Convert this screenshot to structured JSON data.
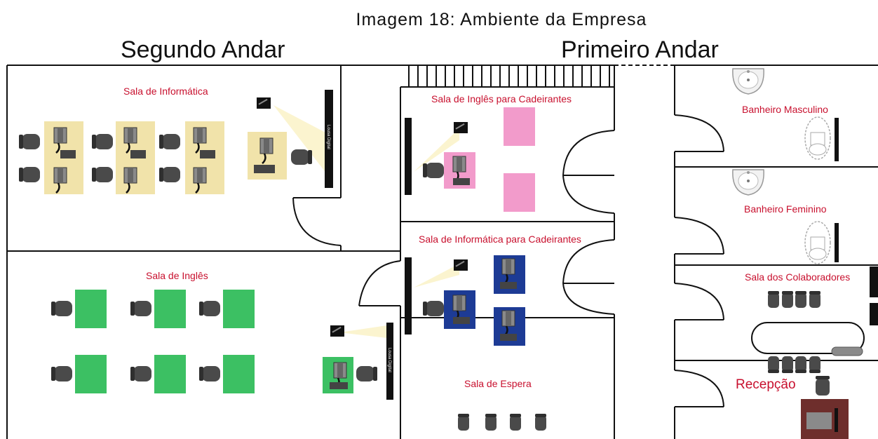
{
  "caption": "Imagem 18: Ambiente da Empresa",
  "floors": {
    "second": "Segundo Andar",
    "first": "Primeiro Andar"
  },
  "rooms": {
    "informatica": "Sala de Informática",
    "ingles": "Sala de Inglês",
    "ingles_cadeirantes": "Sala de Inglês para Cadeirantes",
    "informatica_cadeirantes": "Sala de Informática para Cadeirantes",
    "espera": "Sala de Espera",
    "banheiro_masculino": "Banheiro Masculino",
    "banheiro_feminino": "Banheiro Feminino",
    "colaboradores": "Sala dos Colaboradores",
    "recepcao": "Recepção"
  },
  "boards": {
    "lousa_digital": "Lousa Digital"
  },
  "colors": {
    "wall": "#111111",
    "label_red": "#c8102e",
    "desk_yellow": "#f1e3aa",
    "desk_green": "#3cc063",
    "desk_pink": "#f29bcb",
    "desk_blue": "#1d3b95",
    "desk_brown": "#6e2e2c",
    "chair": "#4a4a4a",
    "projector_beam": "#fbf4cf"
  }
}
